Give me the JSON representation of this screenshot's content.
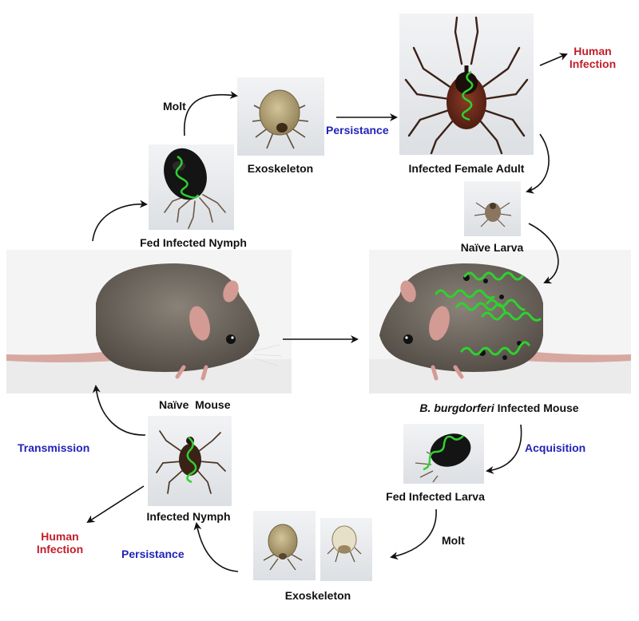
{
  "stages": {
    "molt_top": "Molt",
    "exoskeleton_top": "Exoskeleton",
    "persistance_top": "Persistance",
    "infected_female_adult": "Infected Female Adult",
    "human_infection_top": {
      "line1": "Human",
      "line2": "Infection"
    },
    "fed_infected_nymph": "Fed Infected Nymph",
    "naive_larva": "Naïve Larva",
    "naive_mouse": "Naïve  Mouse",
    "infected_mouse": {
      "species": "B. burgdorferi",
      "rest": " Infected Mouse"
    },
    "transmission": "Transmission",
    "acquisition": "Acquisition",
    "infected_nymph": "Infected Nymph",
    "fed_infected_larva": "Fed Infected Larva",
    "molt_bottom": "Molt",
    "human_infection_bottom": {
      "line1": "Human",
      "line2": "Infection"
    },
    "persistance_bottom": "Persistance",
    "exoskeleton_bottom": "Exoskeleton"
  },
  "colors": {
    "label": "#111111",
    "process": "#2323b8",
    "human_infection": "#c01e2b",
    "spirochete": "#2fd12f",
    "tick_engorged": "#141414",
    "tick_female": "#6e2a1a",
    "tick_exoskeleton": "#b8a77a",
    "mouse_fur": "#6f685f"
  }
}
